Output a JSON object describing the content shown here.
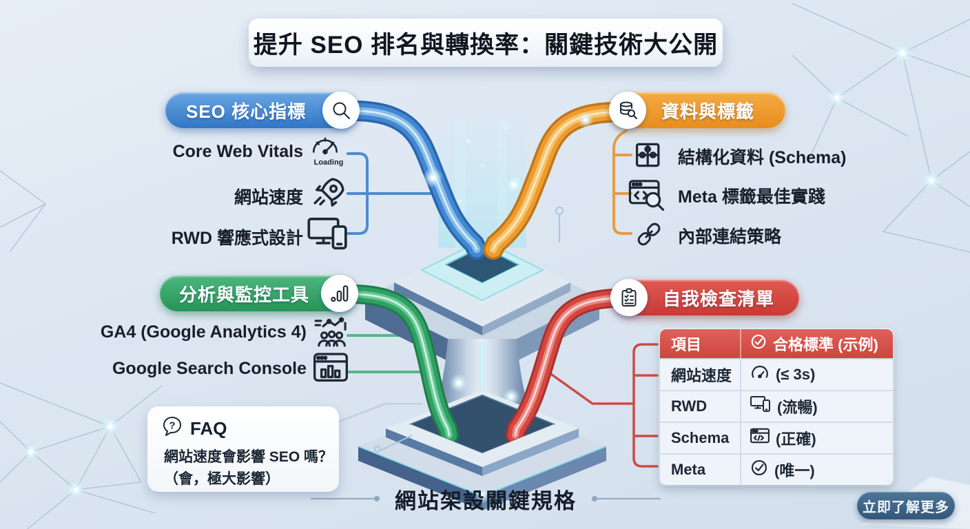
{
  "title": "提升 SEO 排名與轉換率：關鍵技術大公開",
  "caption": "網站架設關鍵規格",
  "cta_label": "立即了解更多",
  "colors": {
    "blue": "#3c80cc",
    "orange": "#ef9a2e",
    "green": "#2fa164",
    "red": "#d5453e",
    "cta": "#3a617e",
    "background": "#dde7f2"
  },
  "branches": {
    "seo_metrics": {
      "label": "SEO 核心指標",
      "icon": "magnifier-icon",
      "items": [
        {
          "label": "Core Web Vitals",
          "icon": "gauge-loading-icon",
          "icon_caption": "Loading"
        },
        {
          "label": "網站速度",
          "icon": "rocket-icon"
        },
        {
          "label": "RWD 響應式設計",
          "icon": "devices-icon"
        }
      ]
    },
    "data_tags": {
      "label": "資料與標籤",
      "icon": "database-search-icon",
      "items": [
        {
          "label": "結構化資料 (Schema)",
          "icon": "puzzle-icon"
        },
        {
          "label": "Meta 標籤最佳實踐",
          "icon": "meta-browser-search-icon"
        },
        {
          "label": "內部連結策略",
          "icon": "link-icon"
        }
      ]
    },
    "analytics_tools": {
      "label": "分析與監控工具",
      "icon": "bar-chart-icon",
      "items": [
        {
          "label": "GA4 (Google Analytics 4)",
          "icon": "audience-analytics-icon"
        },
        {
          "label": "Google Search Console",
          "icon": "console-chart-icon"
        }
      ]
    },
    "self_check": {
      "label": "自我檢查清單",
      "icon": "checklist-icon",
      "table": {
        "columns": [
          {
            "label": "項目"
          },
          {
            "label": "合格標準 (示例)",
            "icon": "check-circle-icon"
          }
        ],
        "rows": [
          {
            "item": "網站速度",
            "value": "(≤ 3s)",
            "icon": "gauge-icon"
          },
          {
            "item": "RWD",
            "value": "(流暢)",
            "icon": "devices-icon"
          },
          {
            "item": "Schema",
            "value": "(正確)",
            "icon": "code-browser-icon"
          },
          {
            "item": "Meta",
            "value": "(唯一)",
            "icon": "check-icon"
          }
        ]
      }
    }
  },
  "faq": {
    "title": "FAQ",
    "icon": "question-bubble-icon",
    "icon_glyph": "?",
    "question": "網站速度會影響 SEO 嗎？",
    "answer": "（會，極大影響）"
  }
}
